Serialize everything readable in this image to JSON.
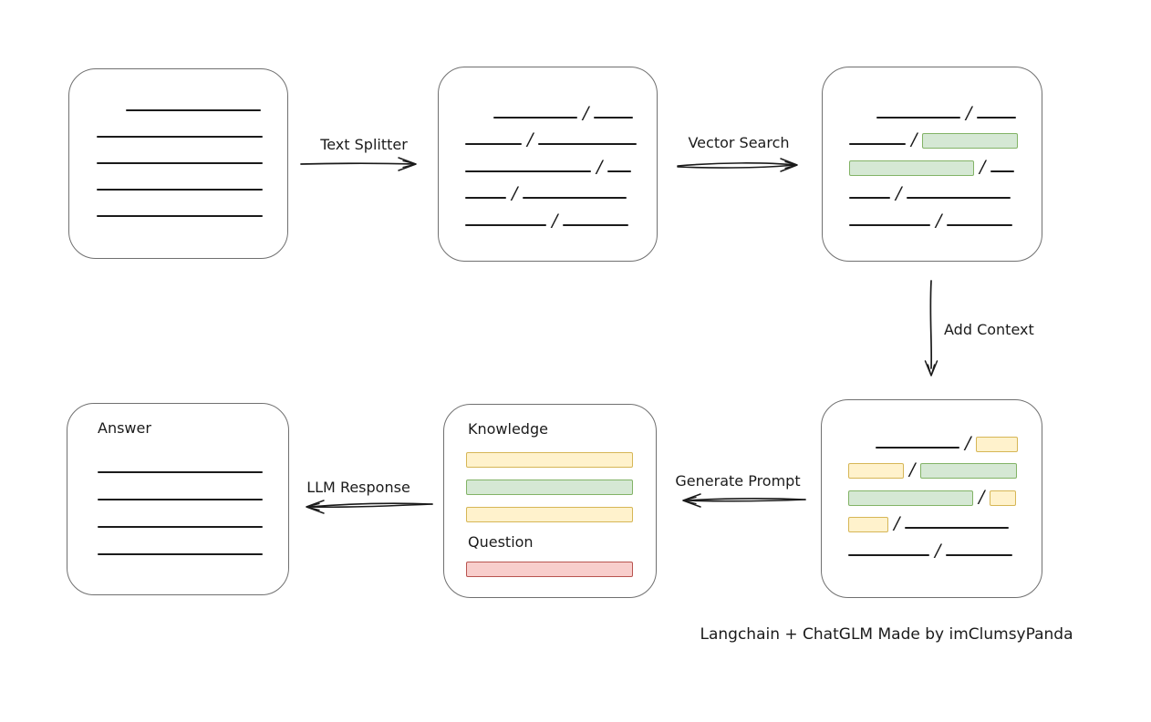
{
  "palette": {
    "ink": "#1b1b1b",
    "box-border": "#707070",
    "green-fill": "#d5e8d4",
    "green-stroke": "#82b366",
    "yellow-fill": "#fff2cc",
    "yellow-stroke": "#d6b656",
    "red-fill": "#f8cecc",
    "red-stroke": "#b85450"
  },
  "glyphs": {
    "slash": "/"
  },
  "arrows": {
    "text_splitter": "Text Splitter",
    "vector_search": "Vector Search",
    "add_context": "Add Context",
    "generate_prompt": "Generate Prompt",
    "llm_response": "LLM Response"
  },
  "prompt_box": {
    "knowledge_label": "Knowledge",
    "question_label": "Question"
  },
  "answer_box": {
    "title": "Answer"
  },
  "caption": "Langchain + ChatGLM Made by imClumsyPanda"
}
